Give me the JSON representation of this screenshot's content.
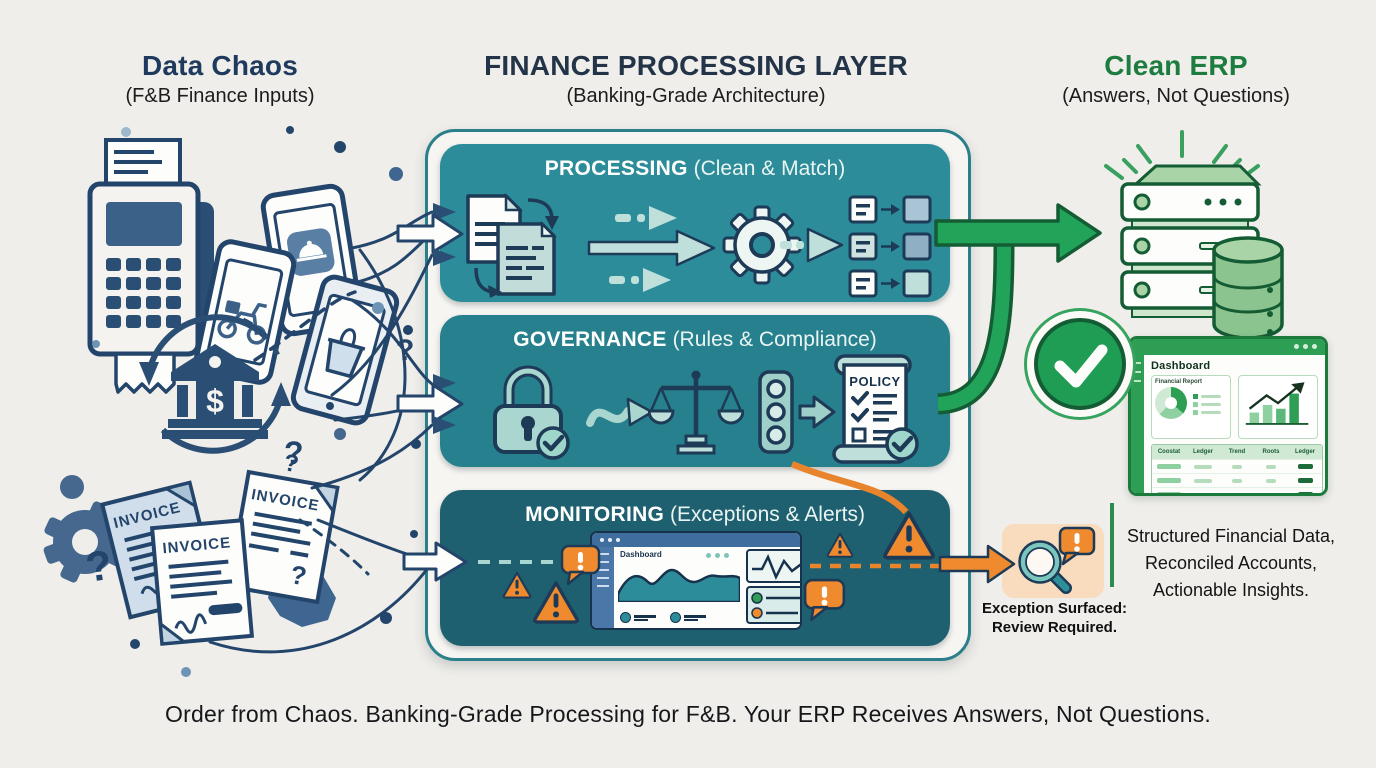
{
  "headers": {
    "left": {
      "title": "Data Chaos",
      "subtitle": "(F&B Finance Inputs)"
    },
    "center": {
      "title": "FINANCE PROCESSING LAYER",
      "subtitle": "(Banking-Grade Architecture)"
    },
    "right": {
      "title": "Clean ERP",
      "subtitle": "(Answers, Not Questions)"
    }
  },
  "chaos": {
    "invoices": [
      "INVOICE",
      "INVOICE",
      "INVOICE"
    ],
    "bank_symbol": "$",
    "question_mark": "?"
  },
  "layers": {
    "processing": {
      "title": "PROCESSING",
      "subtitle": "(Clean & Match)"
    },
    "governance": {
      "title": "GOVERNANCE",
      "subtitle": "(Rules & Compliance)",
      "policy_label": "POLICY"
    },
    "monitoring": {
      "title": "MONITORING",
      "subtitle": "(Exceptions & Alerts)",
      "dashboard_label": "Dashboard"
    }
  },
  "erp": {
    "dashboard": {
      "title": "Dashboard",
      "report_title": "Financial Report",
      "table_headers": [
        "Coostat",
        "Ledger",
        "Trend",
        "Roots",
        "Ledger"
      ]
    },
    "benefits": [
      "Structured Financial Data,",
      "Reconciled Accounts,",
      "Actionable Insights."
    ],
    "exception": {
      "line1": "Exception Surfaced:",
      "line2": "Review Required."
    }
  },
  "tagline": "Order from Chaos. Banking-Grade Processing for F&B. Your ERP Receives Answers, Not Questions.",
  "colors": {
    "navy": "#24456b",
    "teal_processing": "#2d8c99",
    "teal_governance": "#27808d",
    "teal_monitoring": "#1f6070",
    "green": "#22a35a",
    "green_dark": "#145c33",
    "orange": "#ef8b2e"
  }
}
